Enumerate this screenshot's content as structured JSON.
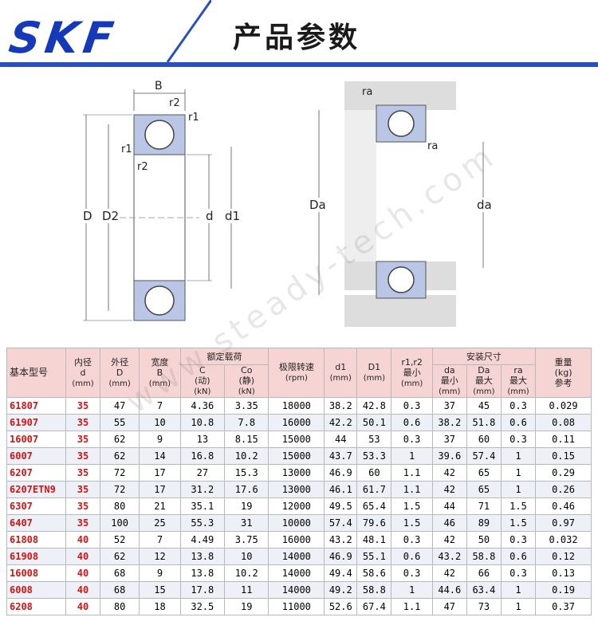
{
  "header": {
    "logo": "SKF",
    "title": "产品参数"
  },
  "diagram_left": {
    "labels": {
      "B": "B",
      "r2_top": "r2",
      "r1_top": "r1",
      "r1_left": "r1",
      "r2_left": "r2",
      "D": "D",
      "D2": "D2",
      "d": "d",
      "d1": "d1"
    }
  },
  "diagram_right": {
    "labels": {
      "ra_top": "ra",
      "ra_mid": "ra",
      "Da": "Da",
      "da": "da"
    }
  },
  "watermark": "www.steady-tech.com",
  "table": {
    "headers": {
      "model": "基本型号",
      "bore": "内径",
      "bore_sym": "d",
      "bore_unit": "(mm)",
      "od": "外径",
      "od_sym": "D",
      "od_unit": "(mm)",
      "width": "宽度",
      "width_sym": "B",
      "width_unit": "(mm)",
      "rated_load": "额定载荷",
      "c_dyn": "C",
      "c_dyn_note": "(动)",
      "c_dyn_unit": "(kN)",
      "c_stat": "Co",
      "c_stat_note": "(静)",
      "c_stat_unit": "(kN)",
      "speed": "极限转速",
      "speed_unit": "(rpm)",
      "d1": "d1",
      "d1_unit": "(mm)",
      "D1": "D1",
      "D1_unit": "(mm)",
      "r12": "r1,r2",
      "r12_note": "最小",
      "r12_unit": "(mm)",
      "install": "安装尺寸",
      "da": "da",
      "da_note": "最小",
      "da_unit": "(mm)",
      "Da": "Da",
      "Da_note": "最大",
      "Da_unit": "(mm)",
      "ra": "ra",
      "ra_note": "最大",
      "ra_unit": "(mm)",
      "weight": "重量",
      "weight_unit": "(kg)",
      "weight_note": "参考"
    },
    "rows": [
      [
        "61807",
        "35",
        "47",
        "7",
        "4.36",
        "3.35",
        "18000",
        "38.2",
        "42.8",
        "0.3",
        "37",
        "45",
        "0.3",
        "0.029"
      ],
      [
        "61907",
        "35",
        "55",
        "10",
        "10.8",
        "7.8",
        "16000",
        "42.2",
        "50.1",
        "0.6",
        "38.2",
        "51.8",
        "0.6",
        "0.08"
      ],
      [
        "16007",
        "35",
        "62",
        "9",
        "13",
        "8.15",
        "15000",
        "44",
        "53",
        "0.3",
        "37",
        "60",
        "0.3",
        "0.11"
      ],
      [
        "6007",
        "35",
        "62",
        "14",
        "16.8",
        "10.2",
        "15000",
        "43.7",
        "53.3",
        "1",
        "39.6",
        "57.4",
        "1",
        "0.15"
      ],
      [
        "6207",
        "35",
        "72",
        "17",
        "27",
        "15.3",
        "13000",
        "46.9",
        "60",
        "1.1",
        "42",
        "65",
        "1",
        "0.29"
      ],
      [
        "6207ETN9",
        "35",
        "72",
        "17",
        "31.2",
        "17.6",
        "13000",
        "46.1",
        "61.7",
        "1.1",
        "42",
        "65",
        "1",
        "0.26"
      ],
      [
        "6307",
        "35",
        "80",
        "21",
        "35.1",
        "19",
        "12000",
        "49.5",
        "65.4",
        "1.5",
        "44",
        "71",
        "1.5",
        "0.46"
      ],
      [
        "6407",
        "35",
        "100",
        "25",
        "55.3",
        "31",
        "10000",
        "57.4",
        "79.6",
        "1.5",
        "46",
        "89",
        "1.5",
        "0.97"
      ],
      [
        "61808",
        "40",
        "52",
        "7",
        "4.49",
        "3.75",
        "16000",
        "43.2",
        "48.1",
        "0.3",
        "42",
        "50",
        "0.3",
        "0.032"
      ],
      [
        "61908",
        "40",
        "62",
        "12",
        "13.8",
        "10",
        "14000",
        "46.9",
        "55.1",
        "0.6",
        "43.2",
        "58.8",
        "0.6",
        "0.12"
      ],
      [
        "16008",
        "40",
        "68",
        "9",
        "13.8",
        "10.2",
        "14000",
        "49.4",
        "58.6",
        "0.3",
        "42",
        "66",
        "0.3",
        "0.13"
      ],
      [
        "6008",
        "40",
        "68",
        "15",
        "17.8",
        "11",
        "14000",
        "49.2",
        "58.8",
        "1",
        "44.6",
        "63.4",
        "1",
        "0.19"
      ],
      [
        "6208",
        "40",
        "80",
        "18",
        "32.5",
        "19",
        "11000",
        "52.6",
        "67.4",
        "1.1",
        "47",
        "73",
        "1",
        "0.37"
      ]
    ]
  }
}
